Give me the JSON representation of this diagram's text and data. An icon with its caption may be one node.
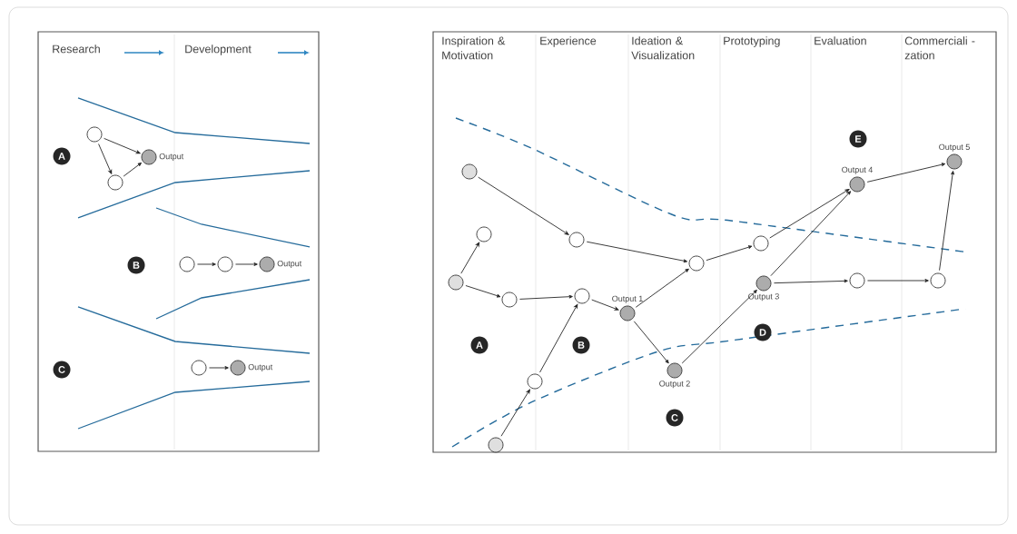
{
  "diagram": {
    "nodes": [
      {
        "text": [
          "A"
        ]
      },
      {
        "text": [],
        "shape": "circle"
      },
      {
        "text": [],
        "shape": "circle"
      },
      {
        "text": [],
        "shape": "circle",
        "beside": [
          "Output"
        ]
      },
      {
        "text": [
          "B"
        ]
      },
      {
        "text": [],
        "shape": "circle"
      },
      {
        "text": [],
        "shape": "circle"
      },
      {
        "text": [],
        "shape": "circle",
        "beside": [
          "Output"
        ]
      },
      {
        "text": [
          "C"
        ]
      },
      {
        "text": [],
        "shape": "circle"
      },
      {
        "text": [],
        "shape": "circle",
        "beside": [
          "Output"
        ]
      },
      {
        "text": [],
        "shape": "circle"
      },
      {
        "text": [],
        "shape": "circle"
      },
      {
        "text": [],
        "shape": "circle"
      },
      {
        "text": [],
        "shape": "circle"
      },
      {
        "text": [],
        "shape": "circle"
      },
      {
        "text": [],
        "shape": "circle"
      },
      {
        "text": [],
        "shape": "circle",
        "beside": [
          "Output 1"
        ]
      },
      {
        "text": [],
        "shape": "circle"
      },
      {
        "text": [],
        "shape": "circle"
      },
      {
        "text": [],
        "shape": "circle"
      },
      {
        "text": [],
        "shape": "circle",
        "beside": [
          "Output 2"
        ]
      },
      {
        "text": [],
        "shape": "circle"
      },
      {
        "text": [],
        "shape": "circle",
        "beside": [
          "Output 3"
        ]
      },
      {
        "text": [],
        "shape": "circle",
        "beside": [
          "Output 4"
        ]
      },
      {
        "text": [],
        "shape": "circle",
        "beside": [
          "Output 5"
        ]
      },
      {
        "text": [],
        "shape": "circle"
      },
      {
        "text": [],
        "shape": "circle"
      },
      {
        "text": [
          "A"
        ]
      },
      {
        "text": [
          "B"
        ]
      },
      {
        "text": [
          "C"
        ]
      },
      {
        "text": [
          "D"
        ]
      },
      {
        "text": [
          "E"
        ]
      }
    ],
    "edges": [
      {
        "from": 1,
        "to": 3,
        "arrow": "to"
      },
      {
        "from": 1,
        "to": 2,
        "arrow": "to"
      },
      {
        "from": 2,
        "to": 3,
        "arrow": "to"
      },
      {
        "from": 5,
        "to": 6,
        "arrow": "to"
      },
      {
        "from": 6,
        "to": 7,
        "arrow": "to"
      },
      {
        "from": 9,
        "to": 10,
        "arrow": "to"
      },
      {
        "from": 13,
        "to": 12,
        "arrow": "to"
      },
      {
        "from": 13,
        "to": 14,
        "arrow": "to"
      },
      {
        "from": 14,
        "to": 16,
        "arrow": "to"
      },
      {
        "from": 20,
        "to": 19,
        "arrow": "to"
      },
      {
        "from": 19,
        "to": 16,
        "arrow": "to"
      },
      {
        "from": 16,
        "to": 17,
        "arrow": "to"
      },
      {
        "from": 11,
        "to": 15,
        "arrow": "to"
      },
      {
        "from": 15,
        "to": 18,
        "arrow": "to"
      },
      {
        "from": 17,
        "to": 18,
        "arrow": "to"
      },
      {
        "from": 17,
        "to": 21,
        "arrow": "to"
      },
      {
        "from": 21,
        "to": 23,
        "arrow": "to"
      },
      {
        "from": 18,
        "to": 22,
        "arrow": "to"
      },
      {
        "from": 22,
        "to": 24,
        "arrow": "to"
      },
      {
        "from": 23,
        "to": 24,
        "arrow": "to"
      },
      {
        "from": 23,
        "to": 26,
        "arrow": "to"
      },
      {
        "from": 26,
        "to": 27,
        "arrow": "to"
      },
      {
        "from": 27,
        "to": 25,
        "arrow": "to"
      },
      {
        "from": 24,
        "to": 25,
        "arrow": "to"
      }
    ],
    "labels": [
      "Research",
      "Development",
      "Inspiration & Motivation",
      "Experience",
      "Ideation & Visualization",
      "Prototyping",
      "Evaluation",
      "Commerciali -zation"
    ]
  }
}
